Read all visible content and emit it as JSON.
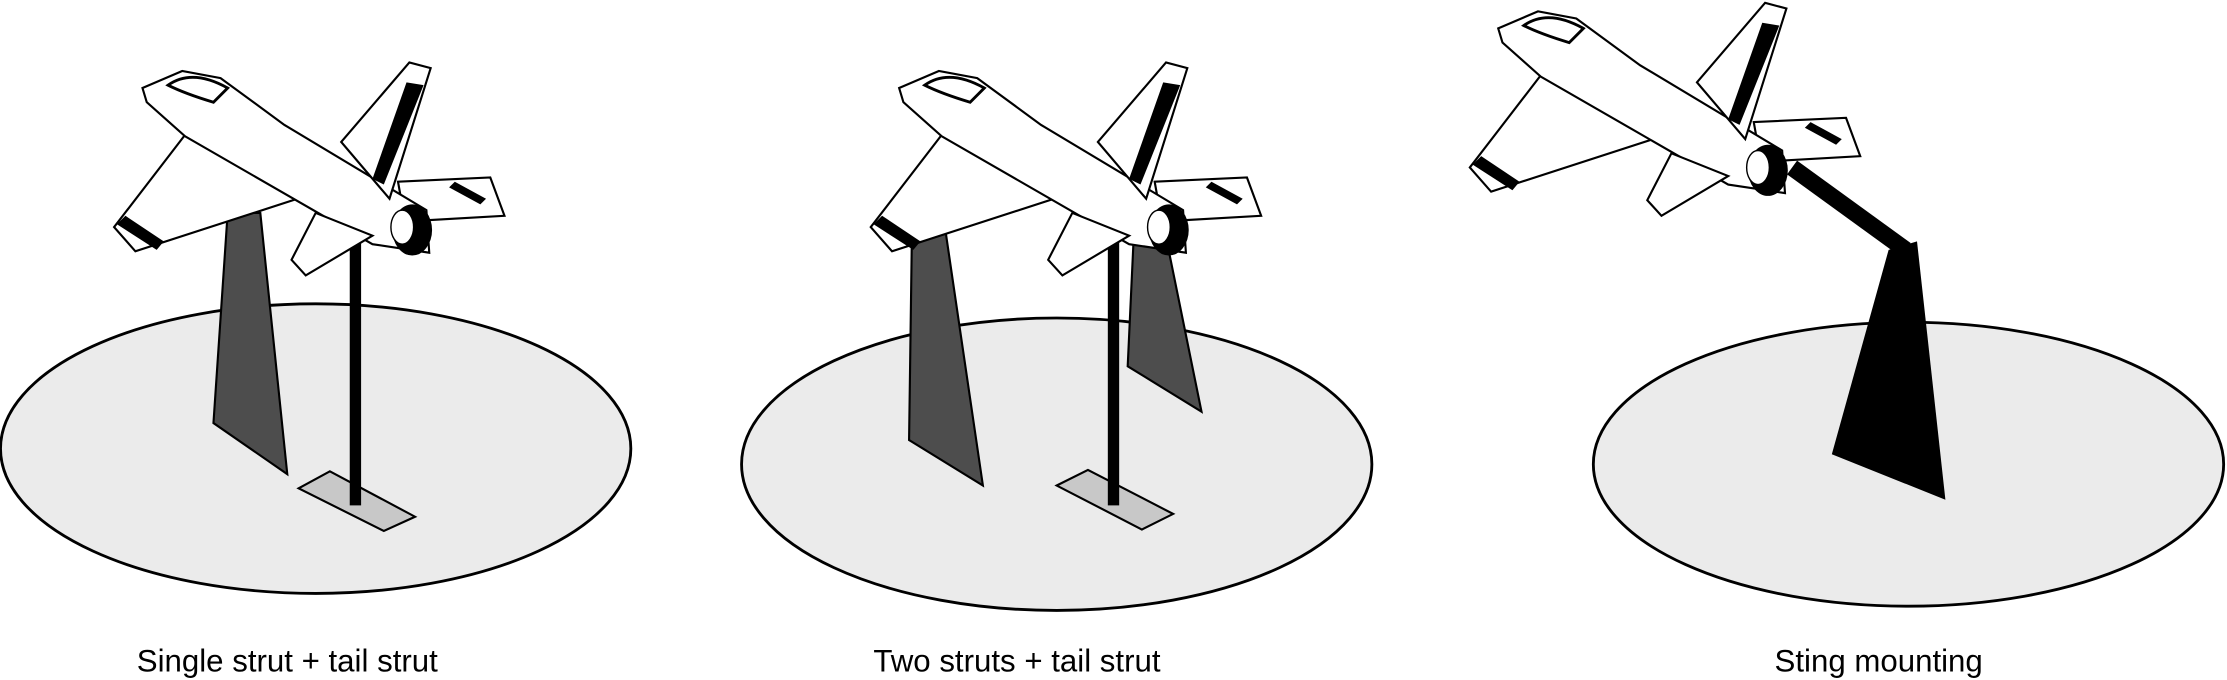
{
  "panels": [
    {
      "label": "Single strut + tail strut"
    },
    {
      "label": "Two struts + tail strut"
    },
    {
      "label": "Sting mounting"
    }
  ],
  "colors": {
    "floor": "#ebebeb",
    "strut": "#4d4d4d",
    "plate": "#c8c8c8",
    "sting": "#000000"
  }
}
